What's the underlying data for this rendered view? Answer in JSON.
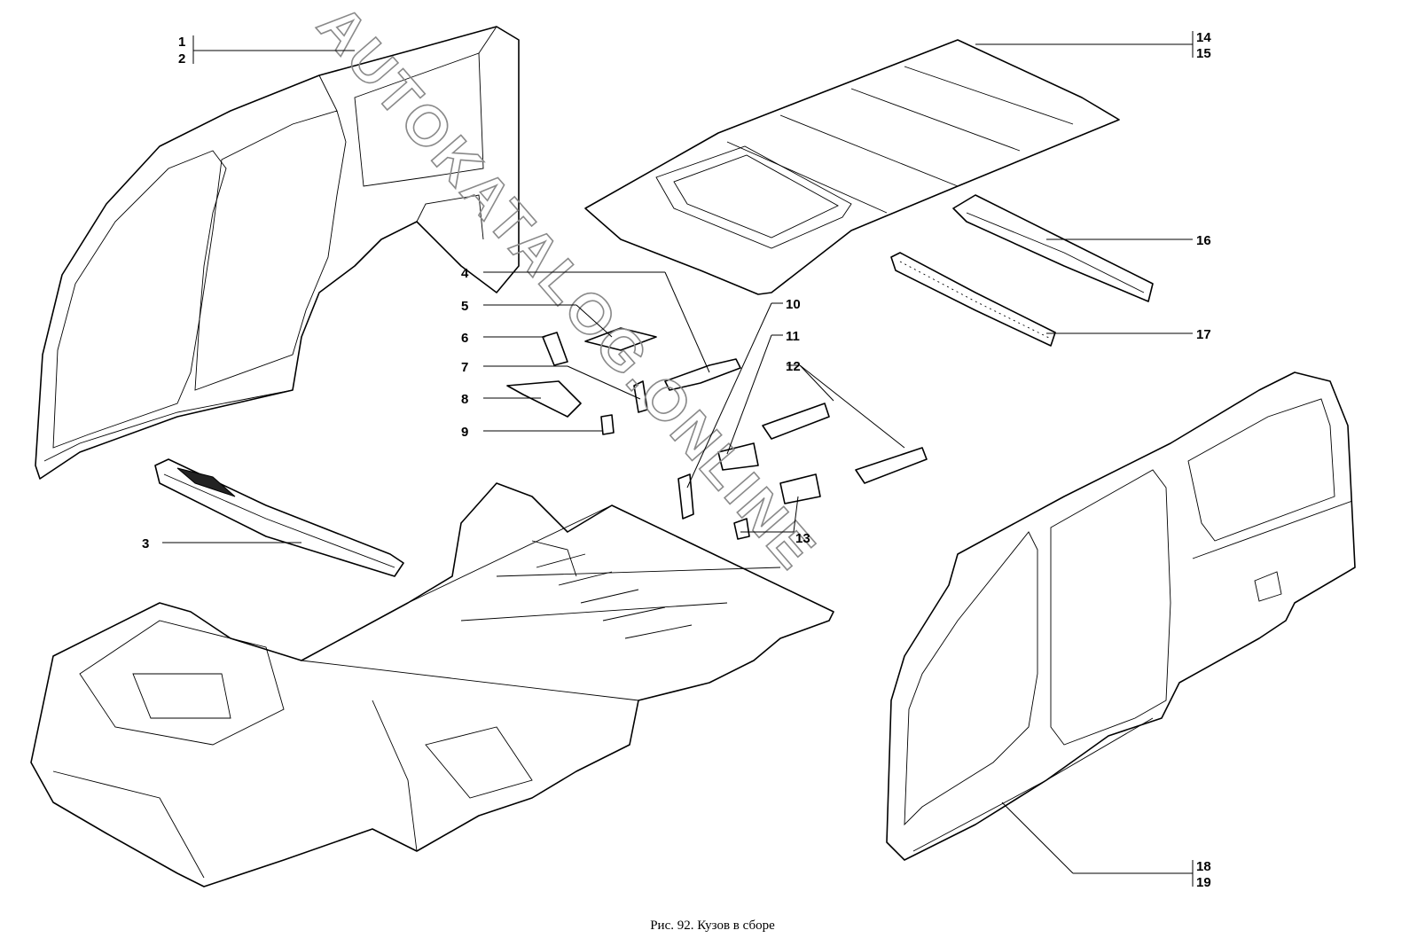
{
  "caption": "Рис. 92. Кузов в сборе",
  "watermark": "AUTOKATALOG.ONLINE",
  "callouts": {
    "c1": "1",
    "c2": "2",
    "c3": "3",
    "c4": "4",
    "c5": "5",
    "c6": "6",
    "c7": "7",
    "c8": "8",
    "c9": "9",
    "c10": "10",
    "c11": "11",
    "c12": "12",
    "c13": "13",
    "c14": "14",
    "c15": "15",
    "c16": "16",
    "c17": "17",
    "c18": "18",
    "c19": "19"
  }
}
